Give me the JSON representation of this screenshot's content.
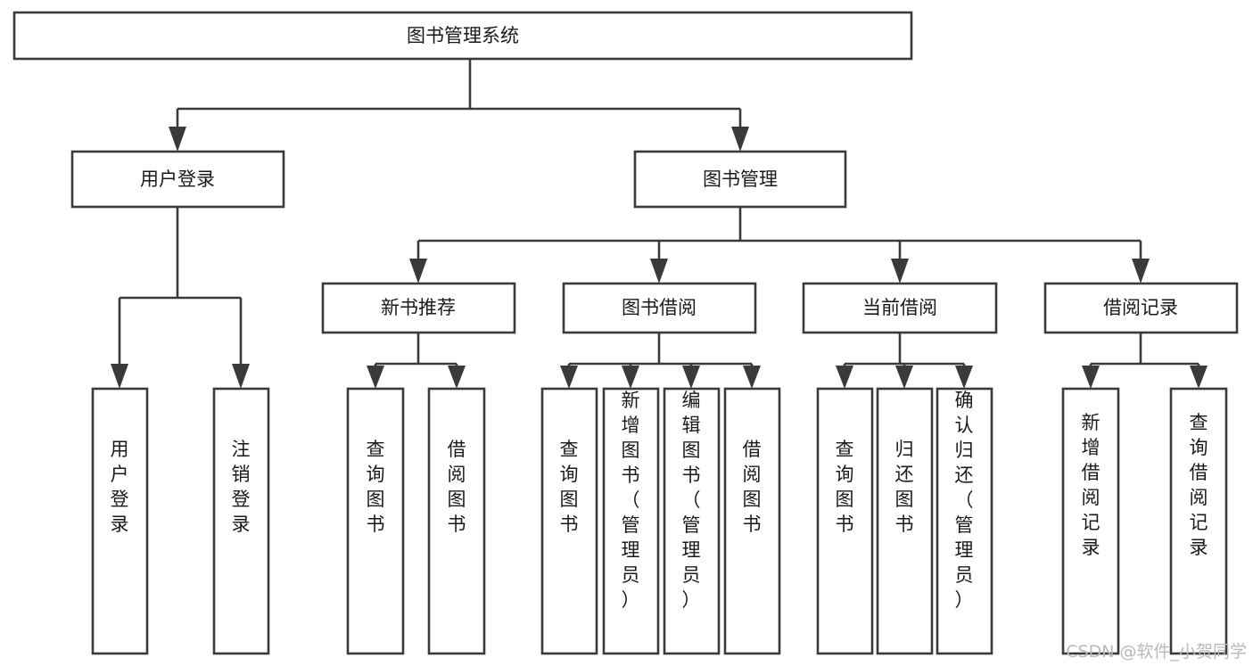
{
  "diagram": {
    "type": "tree-hierarchy-chart",
    "title": "图书管理系统",
    "orientation": "top-down",
    "colors": {
      "box_stroke": "#3a3a3a",
      "box_fill": "#ffffff",
      "connector": "#3a3a3a",
      "text": "#1a1a1a",
      "background": "#ffffff",
      "watermark": "#b9b9b9"
    },
    "root": {
      "label": "图书管理系统",
      "orientation": "horizontal"
    },
    "level2": [
      {
        "label": "用户登录",
        "orientation": "horizontal"
      },
      {
        "label": "图书管理",
        "orientation": "horizontal"
      }
    ],
    "level3": [
      {
        "label": "新书推荐",
        "orientation": "horizontal"
      },
      {
        "label": "图书借阅",
        "orientation": "horizontal"
      },
      {
        "label": "当前借阅",
        "orientation": "horizontal"
      },
      {
        "label": "借阅记录",
        "orientation": "horizontal"
      }
    ],
    "leaves": {
      "user_login": [
        {
          "label": "用户登录",
          "orientation": "vertical"
        },
        {
          "label": "注销登录",
          "orientation": "vertical"
        }
      ],
      "new_book_recommend": [
        {
          "label": "查询图书",
          "orientation": "vertical"
        },
        {
          "label": "借阅图书",
          "orientation": "vertical"
        }
      ],
      "book_borrow": [
        {
          "label": "查询图书",
          "orientation": "vertical"
        },
        {
          "label": "新增图书（管理员）",
          "orientation": "vertical"
        },
        {
          "label": "编辑图书（管理员）",
          "orientation": "vertical"
        },
        {
          "label": "借阅图书",
          "orientation": "vertical"
        }
      ],
      "current_borrow": [
        {
          "label": "查询图书",
          "orientation": "vertical"
        },
        {
          "label": "归还图书",
          "orientation": "vertical"
        },
        {
          "label": "确认归还（管理员）",
          "orientation": "vertical"
        }
      ],
      "borrow_record": [
        {
          "label": "新增借阅记录",
          "orientation": "vertical"
        },
        {
          "label": "查询借阅记录",
          "orientation": "vertical"
        }
      ]
    }
  },
  "watermark": {
    "label": "CSDN @软件_小贺同学"
  }
}
